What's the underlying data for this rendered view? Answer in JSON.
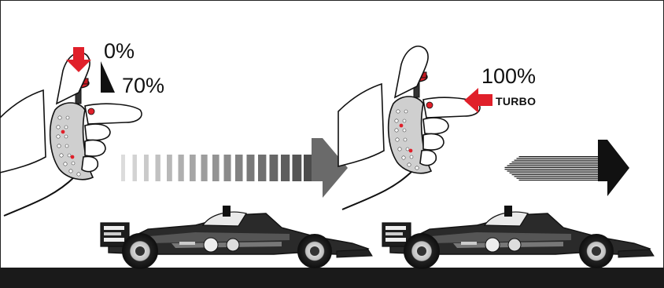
{
  "left_panel": {
    "throttle_min": "0%",
    "throttle_max": "70%"
  },
  "right_panel": {
    "throttle_full": "100%",
    "turbo_label": "TURBO"
  },
  "colors": {
    "accent_red": "#e0202a",
    "ink": "#111111",
    "road": "#1a1a1a",
    "car_body": "#2a2a2a"
  },
  "icons": [
    "hand-controller-icon",
    "speed-arrow-icon",
    "race-car-icon",
    "red-down-arrow-icon",
    "red-left-arrow-icon"
  ]
}
